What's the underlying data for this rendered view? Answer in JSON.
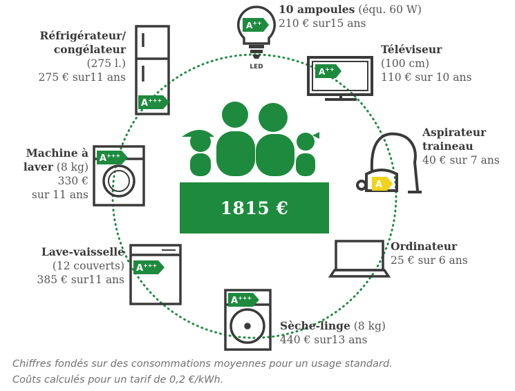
{
  "colors": {
    "brand_green": "#1e8a3e",
    "dark_gray": "#3a3a3a",
    "label_yellow": "#f2d31b",
    "circle_dotted": "#1e8a3e"
  },
  "total": {
    "value": "1815 €"
  },
  "appliances": [
    {
      "id": "fridge",
      "icon": "fridge-icon",
      "name": "Réfrigérateur/",
      "name2": "congélateur",
      "detail": "(275 l.)",
      "cost": "275 € sur11 ans",
      "energy_class": "A+++"
    },
    {
      "id": "bulbs",
      "icon": "light-bulb-icon",
      "name": "10 ampoules",
      "detail": "(équ. 60 W)",
      "cost": "210 € sur15 ans",
      "energy_class": "A++",
      "icon_caption": "LED"
    },
    {
      "id": "tv",
      "icon": "television-icon",
      "name": "Téléviseur",
      "detail": "(100 cm)",
      "cost": "110 € sur 10 ans",
      "energy_class": "A++"
    },
    {
      "id": "vacuum",
      "icon": "vacuum-cleaner-icon",
      "name": "Aspirateur",
      "name2": "traineau",
      "cost": "40 € sur 7 ans",
      "energy_class": "A"
    },
    {
      "id": "computer",
      "icon": "laptop-icon",
      "name": "Ordinateur",
      "cost": "25 € sur 6 ans"
    },
    {
      "id": "dryer",
      "icon": "tumble-dryer-icon",
      "name": "Sèche-linge",
      "detail": "(8 kg)",
      "cost": "440 € sur13 ans",
      "energy_class": "A+++"
    },
    {
      "id": "dishwasher",
      "icon": "dishwasher-icon",
      "name": "Lave-vaisselle",
      "detail": "(12 couverts)",
      "cost": "385 € sur11 ans",
      "energy_class": "A+++"
    },
    {
      "id": "washer",
      "icon": "washing-machine-icon",
      "name": "Machine à",
      "name2": "laver",
      "detail": "(8 kg)",
      "cost": "330 €",
      "cost2": "sur 11 ans",
      "energy_class": "A+++"
    }
  ],
  "footnote": {
    "line1": "Chiffres fondés sur des consommations moyennes pour un usage standard.",
    "line2": "Coûts calculés pour un tarif de 0,2 €/kWh."
  }
}
